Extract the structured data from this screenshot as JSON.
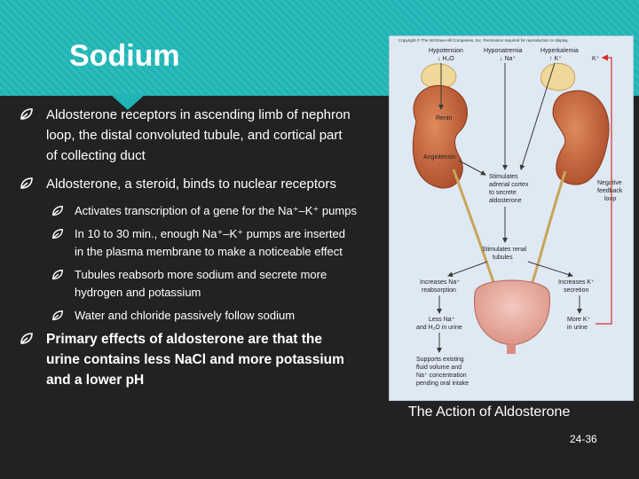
{
  "slide": {
    "title": "Sodium",
    "bullets": [
      {
        "level": 1,
        "text": "Aldosterone receptors in ascending limb of nephron loop, the distal convoluted tubule, and cortical part of collecting duct"
      },
      {
        "level": 1,
        "text": "Aldosterone, a steroid, binds to nuclear receptors"
      },
      {
        "level": 2,
        "text": "Activates transcription of a gene for the Na⁺–K⁺ pumps"
      },
      {
        "level": 2,
        "text": "In 10 to 30 min., enough Na⁺–K⁺ pumps are inserted in the plasma membrane to make a noticeable effect"
      },
      {
        "level": 2,
        "text": "Tubules reabsorb more sodium and secrete more hydrogen and potassium"
      },
      {
        "level": 2,
        "text": "Water and chloride passively follow sodium"
      },
      {
        "level": 1,
        "text": "Primary effects of aldosterone are that the urine contains less NaCl and more potassium and a lower pH",
        "bold": true
      }
    ],
    "caption": "The Action of Aldosterone",
    "page_number": "24-36"
  },
  "figure": {
    "copyright": "Copyright © The McGraw-Hill Companies, Inc. Permission required for reproduction or display.",
    "triggers": [
      {
        "line1": "Hypotension",
        "line2": "↓ H₂O"
      },
      {
        "line1": "Hyponatremia",
        "line2": "↓ Na⁺"
      },
      {
        "line1": "Hyperkalemia",
        "line2": "↑ K⁺"
      }
    ],
    "k_label": "K⁺",
    "renin": "Renin",
    "angiotensin": "Angiotensin",
    "stimulates_adrenal": [
      "Stimulates",
      "adrenal cortex",
      "to secrete",
      "aldosterone"
    ],
    "negative_feedback": [
      "Negative",
      "feedback",
      "loop"
    ],
    "stimulates_renal": [
      "Stimulates renal",
      "tubules"
    ],
    "increases_na": [
      "Increases Na⁺",
      "reabsorption"
    ],
    "increases_k": [
      "Increases K⁺",
      "secretion"
    ],
    "less_na": [
      "Less Na⁺",
      "and H₂O in urine"
    ],
    "more_k": [
      "More K⁺",
      "in urine"
    ],
    "supports": [
      "Supports existing",
      "fluid volume and",
      "Na⁺ concentration",
      "pending oral intake"
    ],
    "colors": {
      "arrow": "#3a3a3a",
      "feedback": "#d9302c",
      "kidney": "#c8643a",
      "adrenal": "#f0d79a",
      "background": "#dfe9f3"
    }
  }
}
